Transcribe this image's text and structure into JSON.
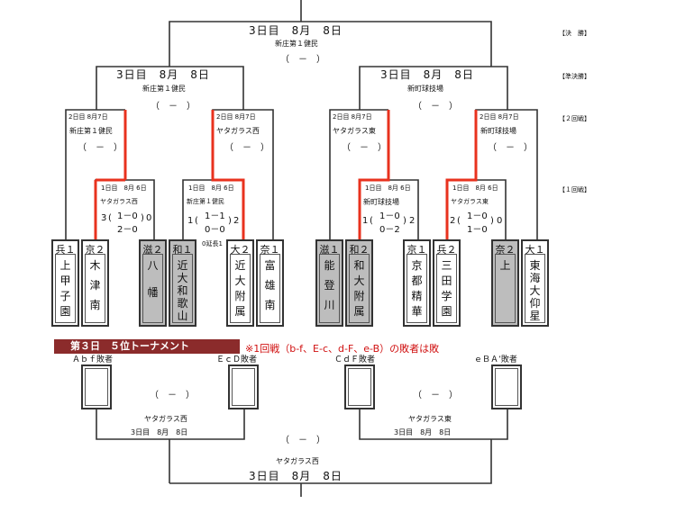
{
  "final": {
    "date": "3日目　8月　8日",
    "venue": "新庄第１健民",
    "score": "（　－　）"
  },
  "semis": [
    {
      "date": "3日目　8月　8日",
      "venue": "新庄第１健民",
      "score": "（　－　）"
    },
    {
      "date": "3日目　8月　8日",
      "venue": "新町球技場",
      "score": "（　－　）"
    }
  ],
  "round2": [
    {
      "date": "2日目 8月7日",
      "venue": "新庄第１健民",
      "score": "（　－　）"
    },
    {
      "date": "2日目 8月7日",
      "venue": "ヤタガラス西",
      "score": "（　－　）"
    },
    {
      "date": "2日目 8月7日",
      "venue": "ヤタガラス東",
      "score": "（　－　）"
    },
    {
      "date": "2日目 8月7日",
      "venue": "新町球技場",
      "score": "（　－　）"
    }
  ],
  "round1": [
    {
      "date": "1日目　8月 6日",
      "venue": "ヤタガラス西",
      "left": "3",
      "right": "0",
      "line1": "1－0",
      "line2": "2－0",
      "extra": ""
    },
    {
      "date": "1日目　8月 6日",
      "venue": "新庄第１健民",
      "left": "1",
      "right": "2",
      "line1": "1－1",
      "line2": "0－0",
      "extra": "0延長1"
    },
    {
      "date": "1日目　8月 6日",
      "venue": "新町球技場",
      "left": "1",
      "right": "2",
      "line1": "1－0",
      "line2": "0－2",
      "extra": ""
    },
    {
      "date": "1日目　8月 6日",
      "venue": "ヤタガラス東",
      "left": "2",
      "right": "0",
      "line1": "1－0",
      "line2": "1－0",
      "extra": ""
    }
  ],
  "stages": {
    "final": "【決　勝】",
    "semi": "【準決勝】",
    "r2": "【２回戦】",
    "r1": "【１回戦】"
  },
  "teams": [
    {
      "code": "兵１",
      "name": "上甲子園",
      "gray": false
    },
    {
      "code": "京２",
      "name": "木津南",
      "gray": false
    },
    {
      "code": "滋２",
      "name": "八幡",
      "gray": true
    },
    {
      "code": "和１",
      "name": "近大和歌山",
      "gray": true
    },
    {
      "code": "大２",
      "name": "近大附属",
      "gray": false
    },
    {
      "code": "奈１",
      "name": "富雄南",
      "gray": false
    },
    {
      "code": "滋１",
      "name": "能登川",
      "gray": true
    },
    {
      "code": "和２",
      "name": "和大附属",
      "gray": true
    },
    {
      "code": "京１",
      "name": "京都精華",
      "gray": false
    },
    {
      "code": "兵２",
      "name": "三田学園",
      "gray": false
    },
    {
      "code": "奈２",
      "name": "上",
      "gray": true
    },
    {
      "code": "大１",
      "name": "東海大仰星",
      "gray": false
    }
  ],
  "consolation": {
    "banner": "第３日　５位トーナメント",
    "note": "※1回戦（b-f、E-c、d-F、e-B）の敗者は敗",
    "slots": [
      "Ａｂｆ敗者",
      "ＥｃＤ敗者",
      "ＣｄＦ敗者",
      "ｅＢＡ’敗者"
    ],
    "games": [
      {
        "score": "（　－　）",
        "venue": "ヤタガラス西",
        "date": "3日目　8月　8日"
      },
      {
        "score": "（　－　）",
        "venue": "ヤタガラス東",
        "date": "3日目　8月　8日"
      }
    ],
    "final": {
      "score": "（　－　）",
      "venue": "ヤタガラス西",
      "date": "3日目　8月　8日"
    }
  },
  "colors": {
    "winner_line": "#e8321e",
    "banner": "#8b2b2b",
    "note": "#d01010"
  }
}
